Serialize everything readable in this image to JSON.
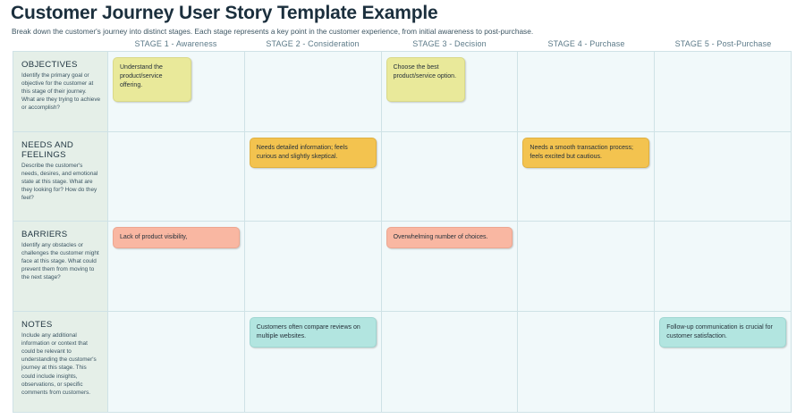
{
  "header": {
    "title": "Customer Journey User Story Template Example",
    "subtitle": "Break down the customer's journey into distinct stages. Each stage represents a key point in the customer experience, from initial awareness to post-purchase."
  },
  "stages": [
    {
      "label": "STAGE 1 - Awareness"
    },
    {
      "label": "STAGE 2 - Consideration"
    },
    {
      "label": "STAGE 3 - Decision"
    },
    {
      "label": "STAGE 4 - Purchase"
    },
    {
      "label": "STAGE 5 - Post-Purchase"
    }
  ],
  "colors": {
    "label_column_bg": "#e5efe8",
    "cell_bg": "#f1f9fa",
    "grid_line": "#cfe2e6",
    "title_text": "#1b2f3d",
    "stage_text": "#5c7a88",
    "note_yellow": "#e9e99a",
    "note_amber": "#f3c34f",
    "note_salmon": "#f9b7a2",
    "note_teal": "#b2e5e0"
  },
  "rows": [
    {
      "title": "OBJECTIVES",
      "description": "Identify the primary goal or objective for the customer at this stage of their journey. What are they trying to achieve or accomplish?",
      "notes": [
        {
          "text": "Understand the product/service offering.",
          "color": "yellow",
          "shape": "tall"
        },
        {
          "text": "",
          "color": "none",
          "shape": "none"
        },
        {
          "text": "Choose the best product/service option.",
          "color": "yellow",
          "shape": "tall"
        },
        {
          "text": "",
          "color": "none",
          "shape": "none"
        },
        {
          "text": "",
          "color": "none",
          "shape": "none"
        }
      ]
    },
    {
      "title": "NEEDS AND FEELINGS",
      "description": "Describe the customer's needs, desires, and emotional state at this stage. What are they looking for? How do they feel?",
      "notes": [
        {
          "text": "",
          "color": "none",
          "shape": "none"
        },
        {
          "text": "Needs detailed information; feels curious and slightly skeptical.",
          "color": "amber",
          "shape": "wide"
        },
        {
          "text": "",
          "color": "none",
          "shape": "none"
        },
        {
          "text": "Needs a smooth transaction process; feels excited but cautious.",
          "color": "amber",
          "shape": "wide"
        },
        {
          "text": "",
          "color": "none",
          "shape": "none"
        }
      ]
    },
    {
      "title": "BARRIERS",
      "description": "Identify any obstacles or challenges the customer might face at this stage. What could prevent them from moving to the next stage?",
      "notes": [
        {
          "text": "Lack of product visibility,",
          "color": "salmon",
          "shape": "wide"
        },
        {
          "text": "",
          "color": "none",
          "shape": "none"
        },
        {
          "text": "Overwhelming number of choices.",
          "color": "salmon",
          "shape": "wide"
        },
        {
          "text": "",
          "color": "none",
          "shape": "none"
        },
        {
          "text": "",
          "color": "none",
          "shape": "none"
        }
      ]
    },
    {
      "title": "NOTES",
      "description": "Include any additional information or context that could be relevant to understanding the customer's journey at this stage. This could include insights, observations, or specific comments from customers.",
      "notes": [
        {
          "text": "",
          "color": "none",
          "shape": "none"
        },
        {
          "text": "Customers often compare reviews on multiple websites.",
          "color": "teal",
          "shape": "wide"
        },
        {
          "text": "",
          "color": "none",
          "shape": "none"
        },
        {
          "text": "",
          "color": "none",
          "shape": "none"
        },
        {
          "text": "Follow-up communication is crucial for customer satisfaction.",
          "color": "teal",
          "shape": "wide"
        }
      ]
    }
  ]
}
